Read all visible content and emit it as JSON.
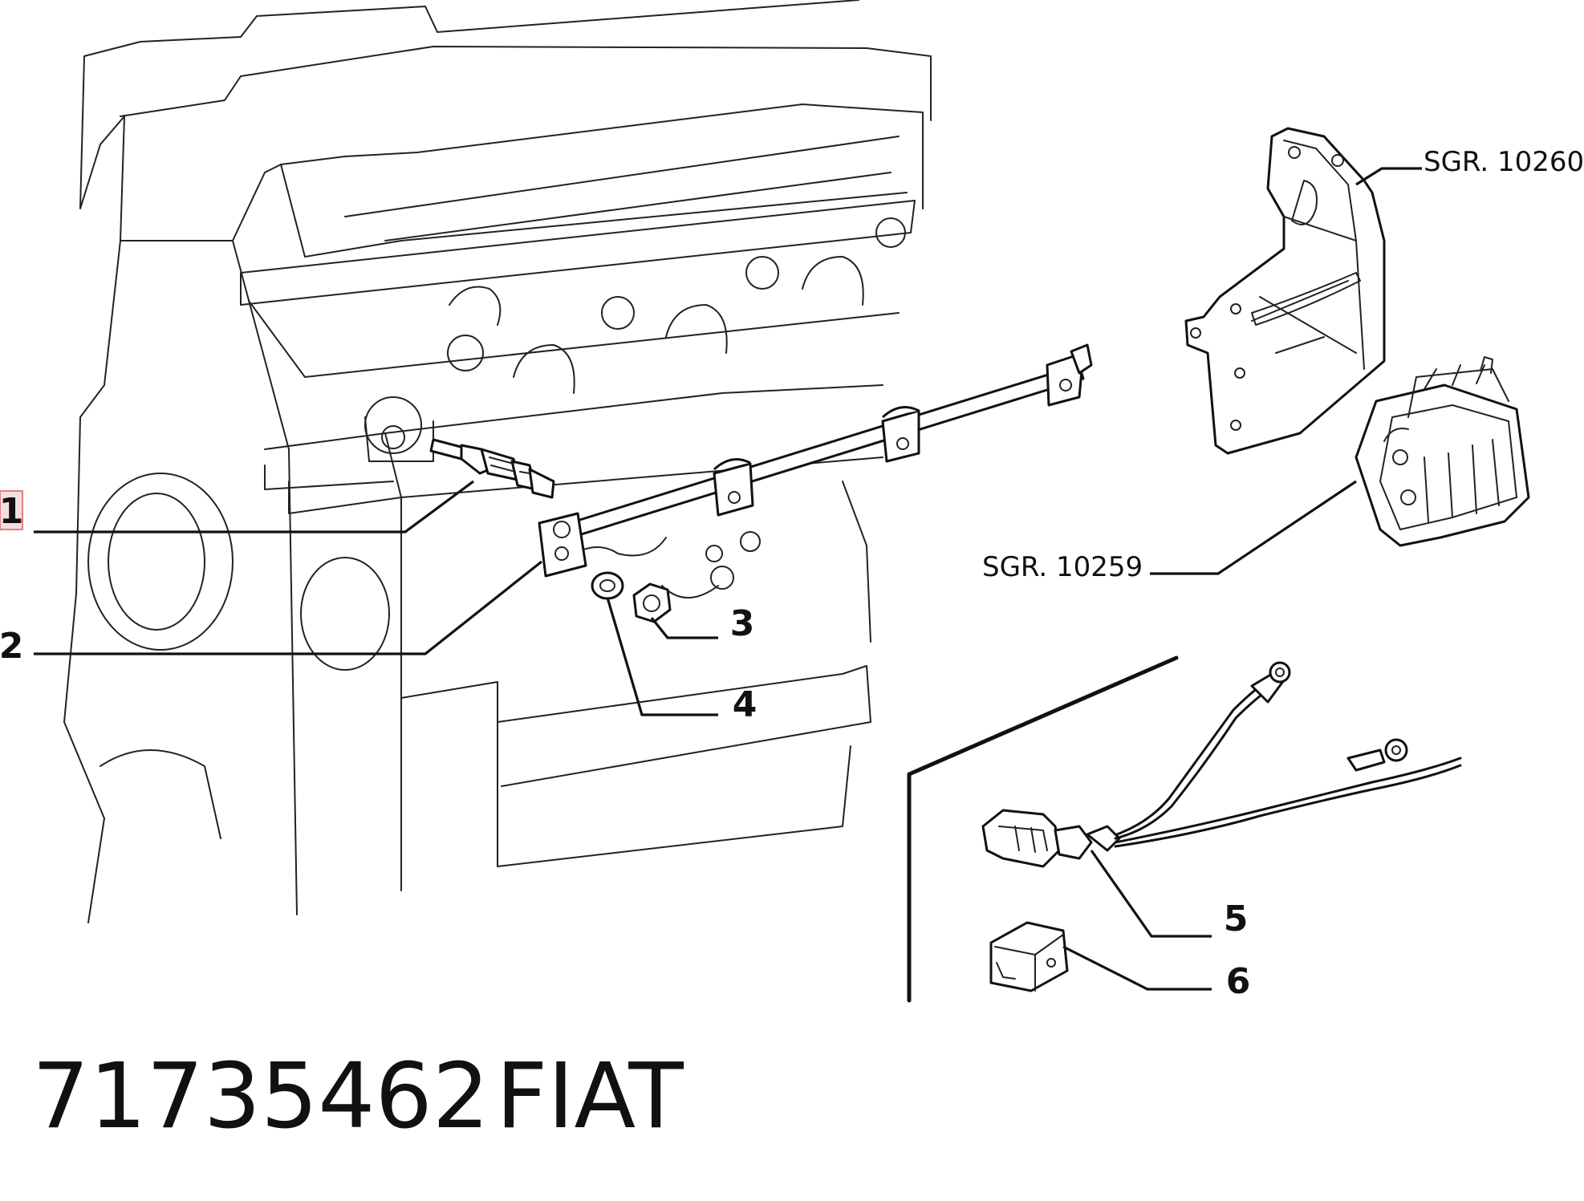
{
  "diagram": {
    "callouts": [
      {
        "id": "1",
        "label": "1",
        "highlighted": true
      },
      {
        "id": "2",
        "label": "2"
      },
      {
        "id": "3",
        "label": "3"
      },
      {
        "id": "4",
        "label": "4"
      },
      {
        "id": "5",
        "label": "5"
      },
      {
        "id": "6",
        "label": "6"
      }
    ],
    "references": [
      {
        "id": "sgr-10260",
        "label": "SGR. 10260"
      },
      {
        "id": "sgr-10259",
        "label": "SGR. 10259"
      }
    ],
    "caption": {
      "part_number": "71735462",
      "brand": "FIAT"
    },
    "colors": {
      "line": "#111111",
      "highlight_border": "#e08080",
      "highlight_fill": "#f6dede"
    }
  }
}
